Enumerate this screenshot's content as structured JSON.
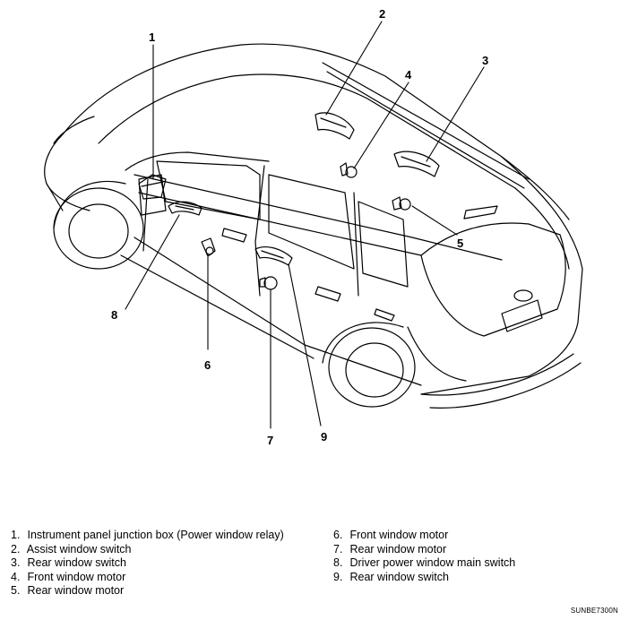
{
  "callouts": [
    {
      "id": "1"
    },
    {
      "id": "2"
    },
    {
      "id": "3"
    },
    {
      "id": "4"
    },
    {
      "id": "5"
    },
    {
      "id": "6"
    },
    {
      "id": "7"
    },
    {
      "id": "8"
    },
    {
      "id": "9"
    }
  ],
  "legend": {
    "left": [
      {
        "num": "1.",
        "label": "Instrument panel junction box (Power window relay)"
      },
      {
        "num": "2.",
        "label": "Assist window switch"
      },
      {
        "num": "3.",
        "label": "Rear window switch"
      },
      {
        "num": "4.",
        "label": "Front window motor"
      },
      {
        "num": "5.",
        "label": "Rear window motor"
      }
    ],
    "right": [
      {
        "num": "6.",
        "label": "Front window motor"
      },
      {
        "num": "7.",
        "label": "Rear window motor"
      },
      {
        "num": "8.",
        "label": "Driver power window main switch"
      },
      {
        "num": "9.",
        "label": "Rear window switch"
      }
    ]
  },
  "image_code": "SUNBE7300N"
}
